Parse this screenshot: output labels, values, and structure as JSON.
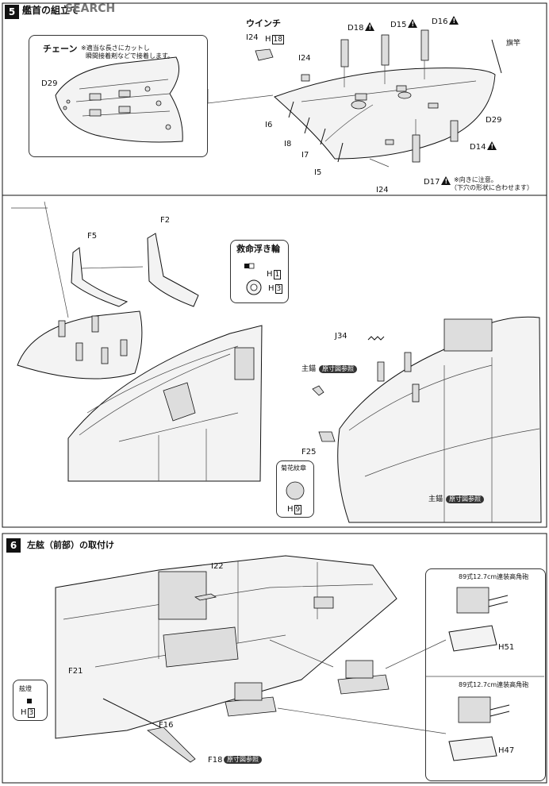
{
  "watermark": "SEARCH",
  "step5": {
    "number": "5",
    "title": "艦首の組立て",
    "chain": {
      "label": "チェーン",
      "note_line1": "※適当な長さにカットし",
      "note_line2": "瞬間接着剤などで接着します。"
    },
    "winch": {
      "label": "ウインチ",
      "part": "I24",
      "ref_prefix": "H",
      "ref_num": "18"
    },
    "parts": {
      "d29_inset": "D29",
      "d29": "D29",
      "d18": "D18",
      "d15": "D15",
      "d16": "D16",
      "d14": "D14",
      "d17": "D17",
      "i24_top": "I24",
      "i24_bottom": "I24",
      "i6": "I6",
      "i8": "I8",
      "i7": "I7",
      "i5": "I5",
      "flagpole": "旗竿",
      "f5": "F5",
      "f2": "F2",
      "j34": "J34",
      "f25": "F25"
    },
    "d17_note_line1": "※向きに注意。",
    "d17_note_line2": "（下穴の形状に合わせます）",
    "lifebuoy": {
      "label": "救命浮き輪",
      "ref_prefix": "H",
      "ref_a": "1",
      "ref_b": "3"
    },
    "anchor_top": {
      "label": "主錨",
      "tag": "原寸図参照"
    },
    "anchor_bottom": {
      "label": "主錨",
      "tag": "原寸図参照"
    },
    "chrysanthemum": {
      "label": "菊花紋章",
      "ref_prefix": "H",
      "ref_num": "9"
    }
  },
  "step6": {
    "number": "6",
    "title": "左舷（前部）の取付け",
    "parts": {
      "i22": "I22",
      "f21": "F21",
      "f16": "F16",
      "f18": "F18",
      "h51": "H51",
      "h47": "H47"
    },
    "f18_tag": "原寸図参照",
    "gun_top_label": "89式12.7cm連装高角砲",
    "gun_bottom_label": "89式12.7cm連装高角砲",
    "lamp": {
      "label": "舷燈",
      "ref_prefix": "H",
      "ref_num": "3"
    }
  }
}
